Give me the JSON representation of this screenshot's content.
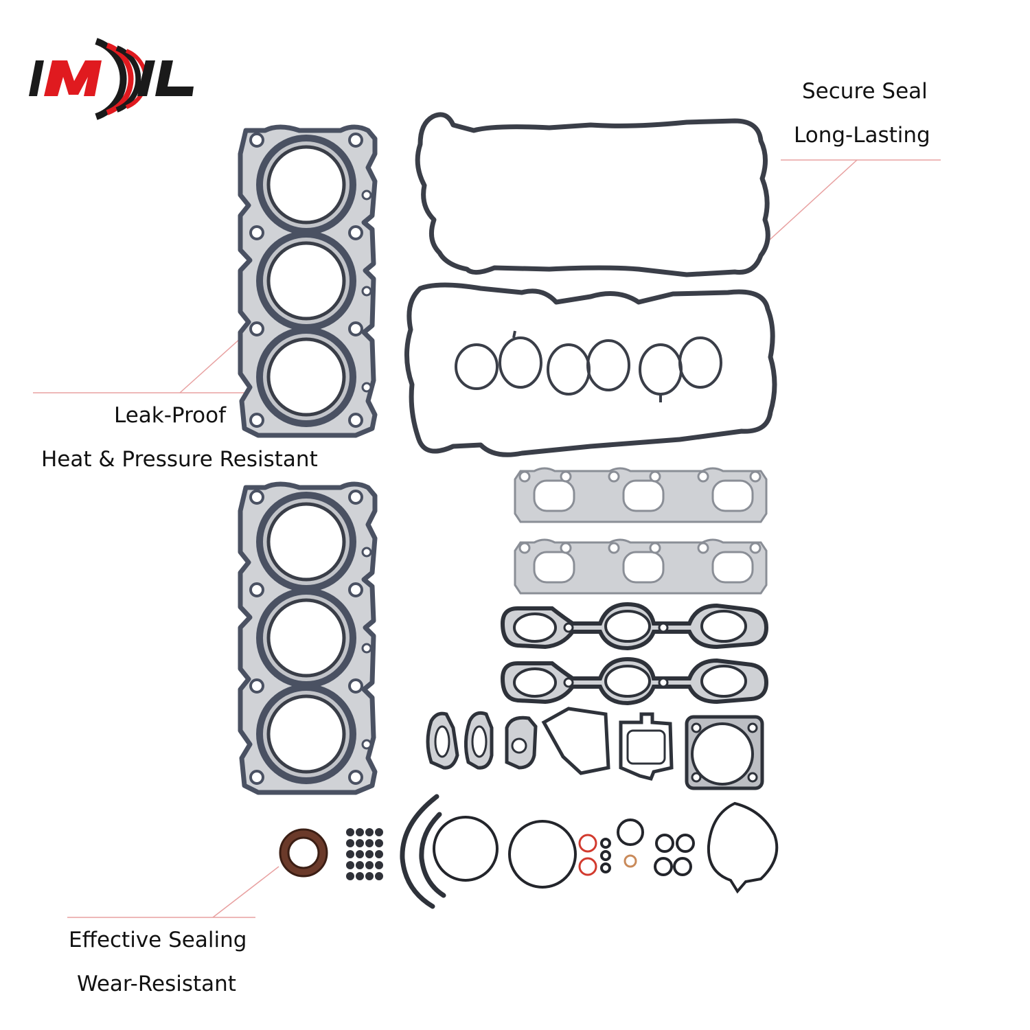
{
  "brand": {
    "logo_text": "IMIL",
    "accent_color": "#e01a1f",
    "ink_color": "#1a1a1a"
  },
  "callouts": {
    "top_right": [
      "Secure Seal",
      "Long-Lasting"
    ],
    "middle_left": [
      "Leak-Proof",
      "Heat & Pressure Resistant"
    ],
    "bottom_left": [
      "Effective Sealing",
      "Wear-Resistant"
    ]
  },
  "colors": {
    "leader_line": "#e8a0a0",
    "gasket_outline": "#3a3e48",
    "steel_fill": "#c6c8cc",
    "steel_edge": "#6f7480",
    "seal_brown": "#6b3a2a",
    "oring_red": "#d23a2e"
  },
  "product": {
    "icon": "engine-gasket-kit-icon"
  }
}
